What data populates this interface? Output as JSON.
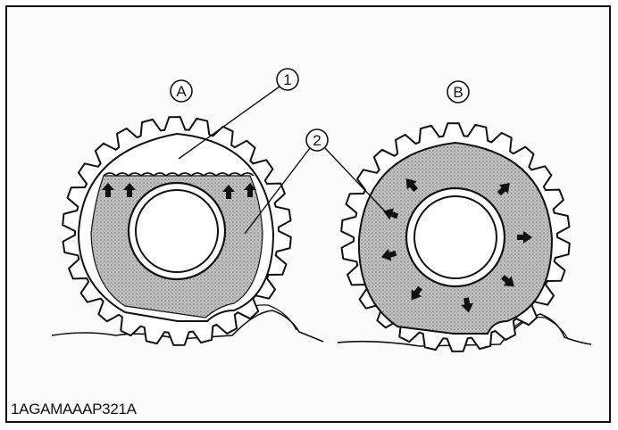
{
  "labels": {
    "a": "A",
    "b": "B",
    "one": "1",
    "two": "2"
  },
  "caption": "1AGAMAAAP321A",
  "colors": {
    "ink": "#111111",
    "fill": "#bdbdbd"
  }
}
